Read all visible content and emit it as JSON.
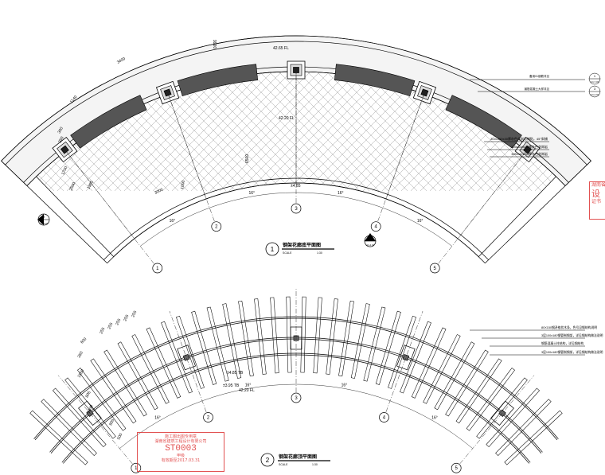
{
  "plan1": {
    "title": "钢架花廊底平面图",
    "scale_label": "SCALE",
    "scale": "1:30",
    "number": "1",
    "axes": [
      "1",
      "2",
      "3",
      "4",
      "5"
    ],
    "angle_labels": [
      "16°",
      "16°",
      "16°",
      "16°"
    ],
    "elevations": [
      "42.65 FL",
      "42.20 FL",
      "±4.85"
    ],
    "dims_left": [
      "1140",
      "300",
      "350",
      "1700",
      "2500",
      "1985",
      "300"
    ],
    "dims_top": [
      "3400",
      "9900"
    ],
    "dims_inner": [
      "3000",
      "1000",
      "6500"
    ],
    "section_ref_left": {
      "num": "2",
      "sheet": "LD-4.02"
    },
    "section_ref_right": {
      "num": "1",
      "sheet": "LD-4.02"
    },
    "callouts": [
      {
        "text": "备用01钢筋详见",
        "ref": "1",
        "sheet": "LD-7.03"
      },
      {
        "text": "钢筋混凝土大样详见",
        "ref": "3",
        "sheet": "LD-4.02"
      },
      {
        "text": "300x300x30厚灰色花岗岩铺贴，45°斜铺"
      },
      {
        "text": "300x100x30厚灰色花岗岩"
      },
      {
        "text": "300x100x30厚灰色花岗岩"
      }
    ]
  },
  "plan2": {
    "title": "钢架花廊顶平面图",
    "scale_label": "SCALE",
    "scale": "1:30",
    "number": "2",
    "axes": [
      "1",
      "2",
      "3",
      "4",
      "5"
    ],
    "angle_labels": [
      "16°",
      "16°",
      "16°",
      "16°"
    ],
    "elevations": [
      "42.20 FL",
      "±4.85 TB",
      "±3.95 TB"
    ],
    "dims_top": [
      "600",
      "255",
      "255",
      "255",
      "255",
      "255"
    ],
    "dims_left": [
      "350",
      "1550",
      "805",
      "1900",
      "805",
      "500"
    ],
    "callouts": [
      "80X150钢矛格状木条，色号见钢结构说明",
      "3层100x180钢管制钢架，详见钢结构做法说明",
      "钢筋混凝土柱结构，详见钢结构",
      "3层100x180钢管制钢架，详见钢结构做法说明"
    ]
  },
  "stamp": {
    "line1": "施工图出图专用章",
    "line2": "湖南省建筑工程设计有限公司",
    "code": "ST0003",
    "line4": "甲级",
    "line5": "有效期至2017.03.31"
  },
  "seal": {
    "line1": "湖南省",
    "big": "设",
    "line3": "证书"
  }
}
